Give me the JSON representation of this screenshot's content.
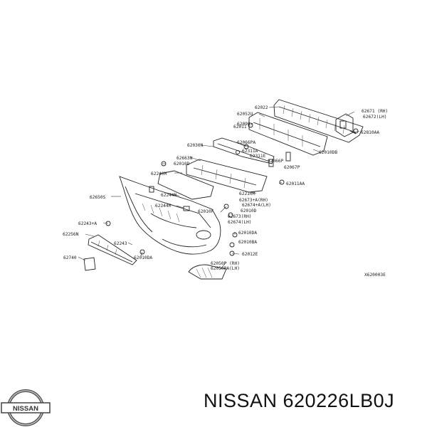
{
  "callouts": {
    "c62022": "62022",
    "c62671": "62671 (RH)",
    "c62672": "62672(LH)",
    "c62052u": "62052U",
    "c62090": "62090",
    "c62810aa": "62810AA",
    "c62066pa": "62066PA",
    "c62030n": "62030N",
    "c62311a": "62311A",
    "c62010db": "62010DB",
    "c62311e": "62311E",
    "c62066p": "62066P",
    "c62067p": "62067P",
    "c62010d3": "62010D",
    "c62663n": "62663N",
    "c62240m": "62240M",
    "c62011aa": "62011AA",
    "c62650s": "62650S",
    "c62244n": "62244N",
    "c62210m": "62210M",
    "c62673": "62673+A(RH)",
    "c62674a": "62674+A(LH)",
    "c62244m": "62244M",
    "c62010f": "62010F",
    "c62010d": "62010D",
    "c62243a": "62243+A",
    "c62673b": "62673(RH)",
    "c62674b": "62674(LH)",
    "c62256n": "62256N",
    "c62010da": "62010DA",
    "c62243": "62243",
    "c62010ba": "62010BA",
    "c62740": "62740",
    "c62010da2": "62010DA",
    "c62012e": "62012E",
    "c62050p": "62050P (RH)",
    "c62050pa": "62050PA(LH)",
    "c62011": "62011",
    "ref_code": "X620003E"
  },
  "caption": "NISSAN 620226LB0J",
  "logo_text": "NISSAN"
}
